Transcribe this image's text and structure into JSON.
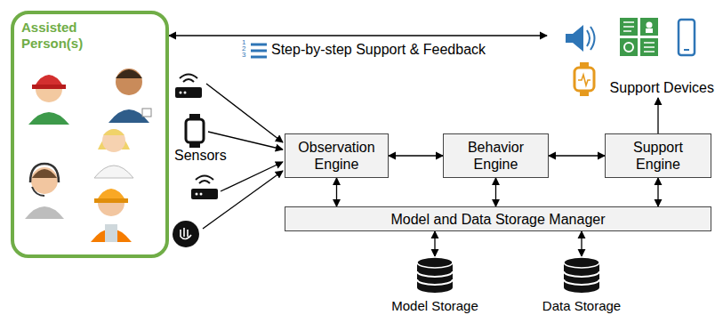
{
  "diagram": {
    "nodes": [
      {
        "text": [
          "Assisted Person(s)"
        ]
      },
      {
        "text": [
          "Observation Engine"
        ]
      },
      {
        "text": [
          "Behavior Engine"
        ]
      },
      {
        "text": [
          "Support Engine"
        ]
      },
      {
        "text": [
          "Model and Data Storage Manager"
        ]
      },
      {
        "text": [
          "Model Storage"
        ]
      },
      {
        "text": [
          "Data Storage"
        ]
      },
      {
        "text": [
          "Support Devices"
        ]
      }
    ],
    "edges": [
      {
        "from": 0,
        "to": 7,
        "arrow": "both",
        "label": "Step-by-step Support & Feedback"
      },
      {
        "from": 1,
        "to": 2,
        "arrow": "both"
      },
      {
        "from": 2,
        "to": 3,
        "arrow": "both"
      },
      {
        "from": 3,
        "to": 7,
        "arrow": "to"
      },
      {
        "from": 1,
        "to": 4,
        "arrow": "both"
      },
      {
        "from": 2,
        "to": 4,
        "arrow": "both"
      },
      {
        "from": 3,
        "to": 4,
        "arrow": "both"
      },
      {
        "from": 4,
        "to": 5,
        "arrow": "both"
      },
      {
        "from": 4,
        "to": 6,
        "arrow": "both"
      }
    ],
    "labels": [
      "Sensors",
      "1",
      "2",
      "3"
    ]
  }
}
